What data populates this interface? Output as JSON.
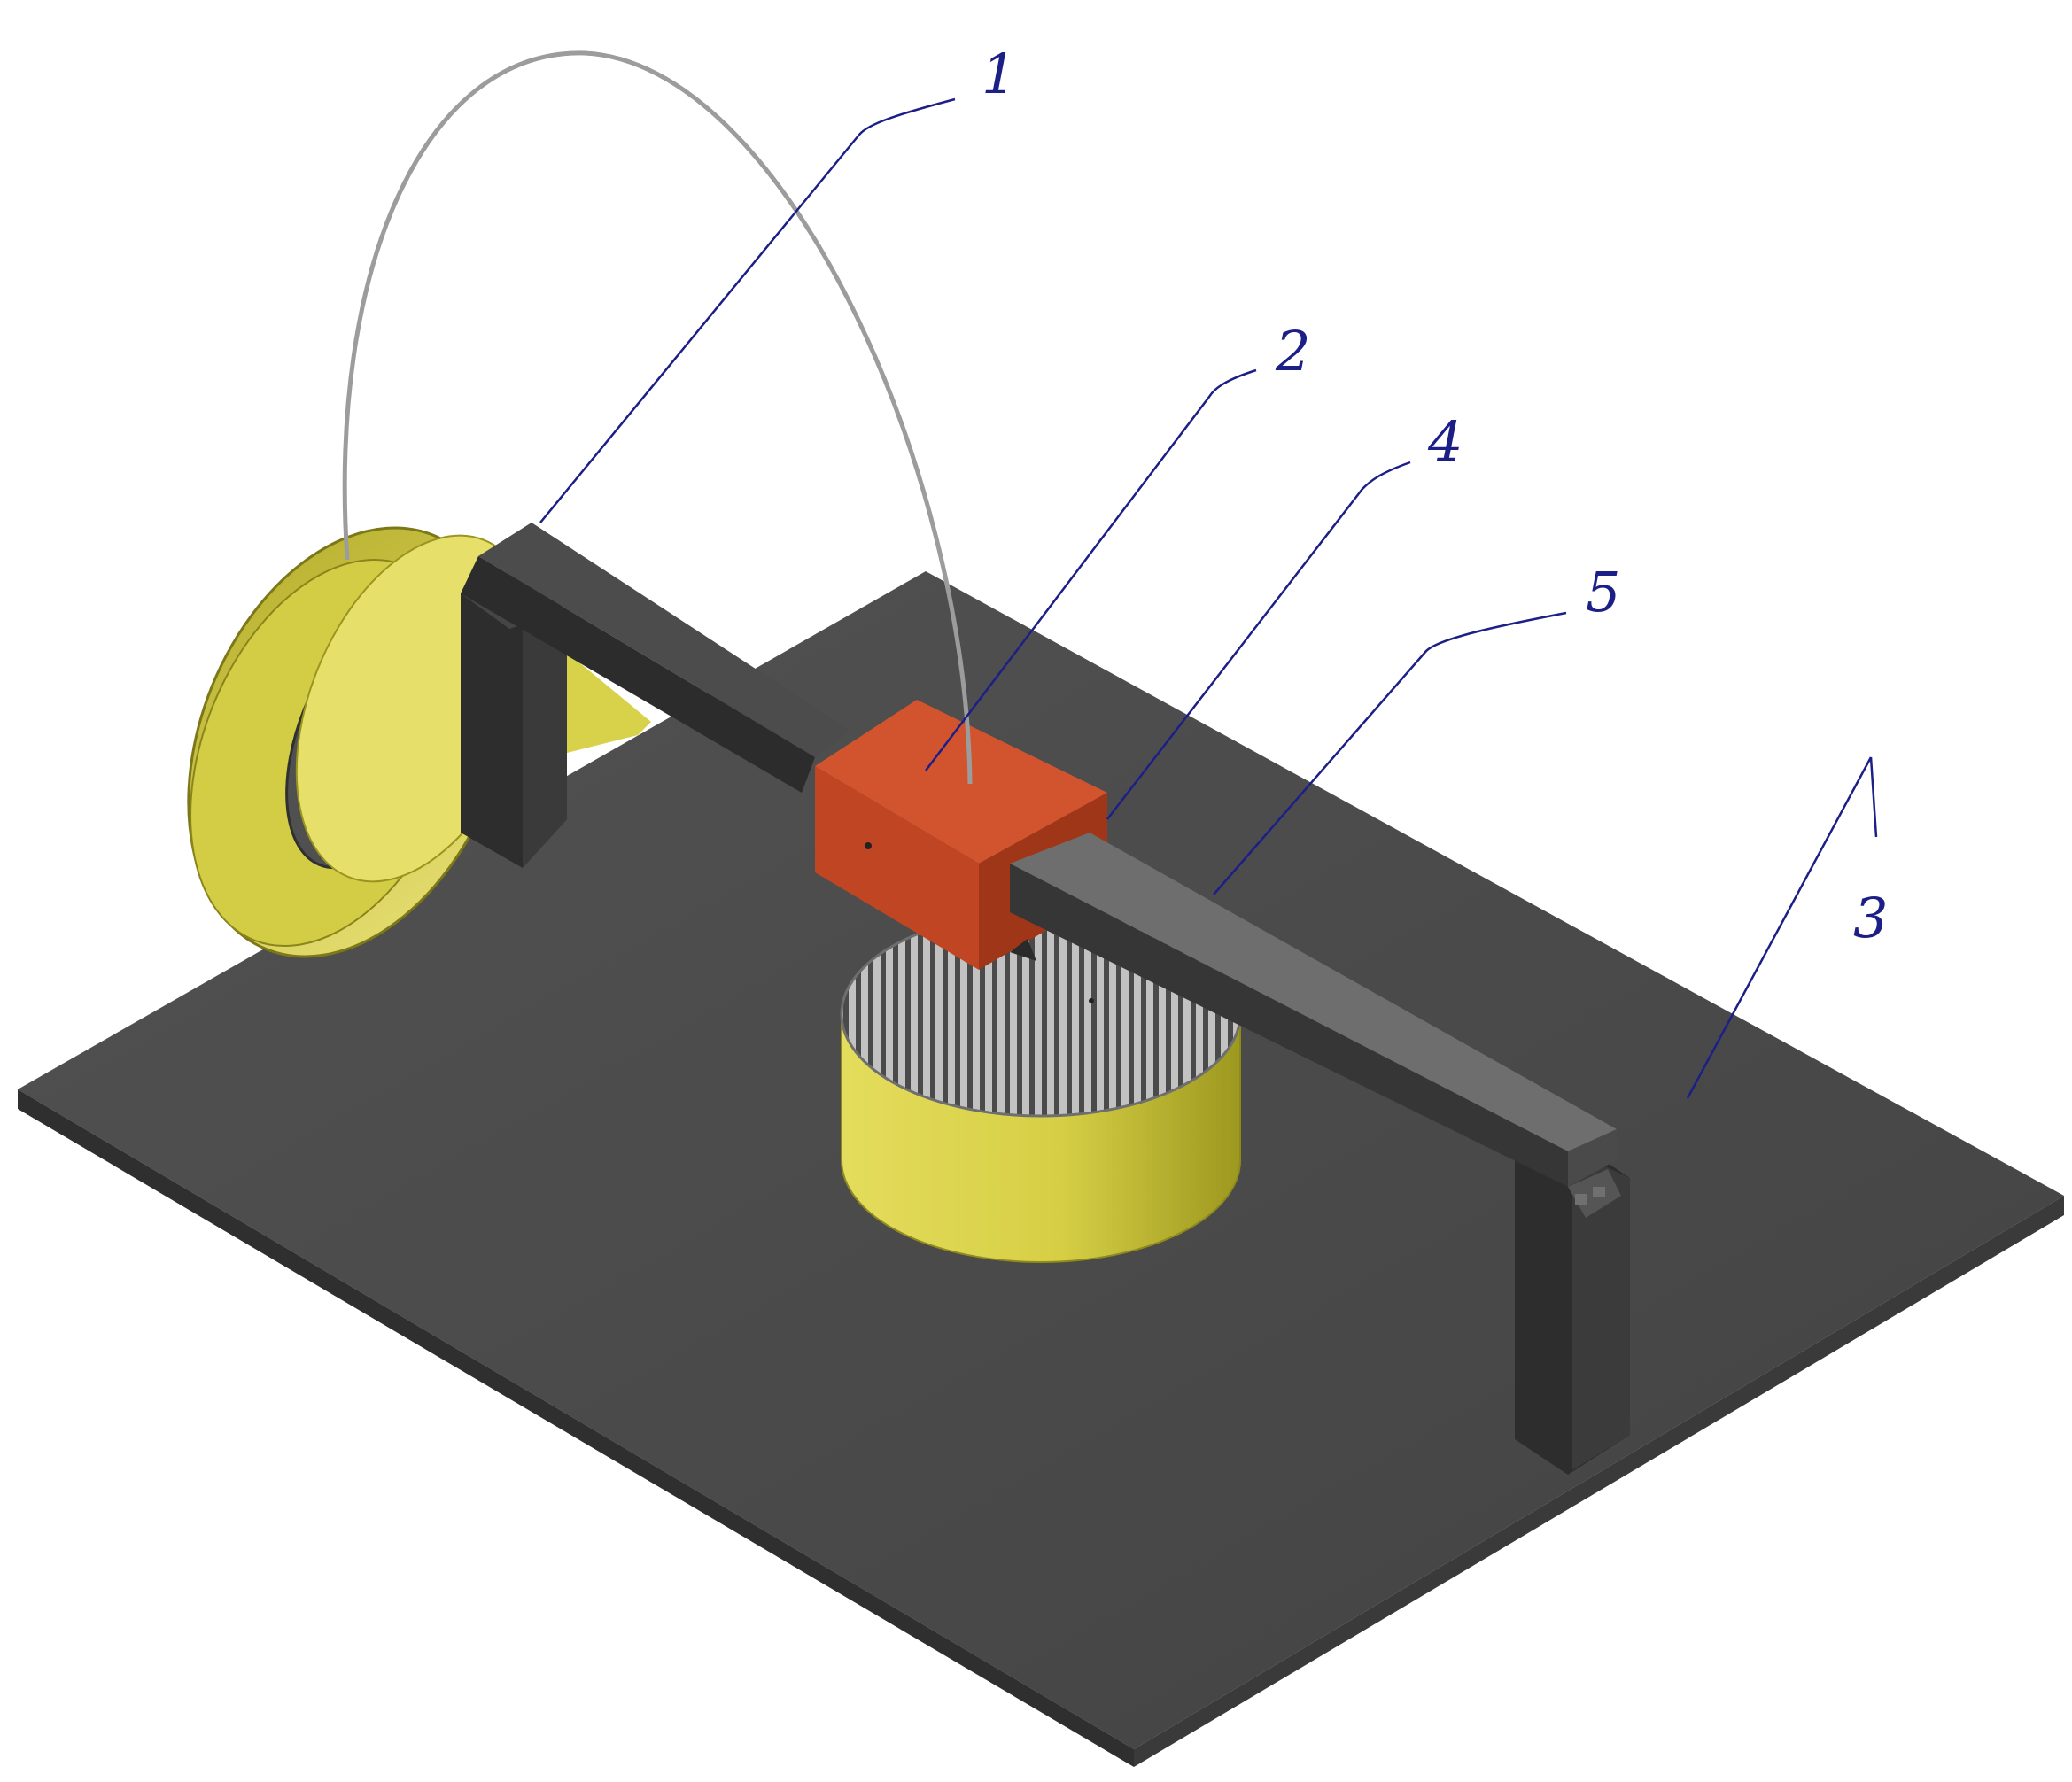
{
  "callouts": [
    {
      "id": "1",
      "label": "1"
    },
    {
      "id": "2",
      "label": "2"
    },
    {
      "id": "3",
      "label": "3"
    },
    {
      "id": "4",
      "label": "4"
    },
    {
      "id": "5",
      "label": "5"
    }
  ],
  "colors": {
    "base_plate_top": "#4a4a4a",
    "base_plate_edge": "#333333",
    "frame_top": "#4e4e4e",
    "frame_side": "#2e2e2e",
    "head_top": "#d0522c",
    "head_front": "#bf4423",
    "head_side": "#9c3417",
    "yellow_light": "#e8e070",
    "yellow_mid": "#c9c236",
    "yellow_dark": "#8f8a1c",
    "filament": "#9a9a9a",
    "callout": "#1c1f86"
  }
}
